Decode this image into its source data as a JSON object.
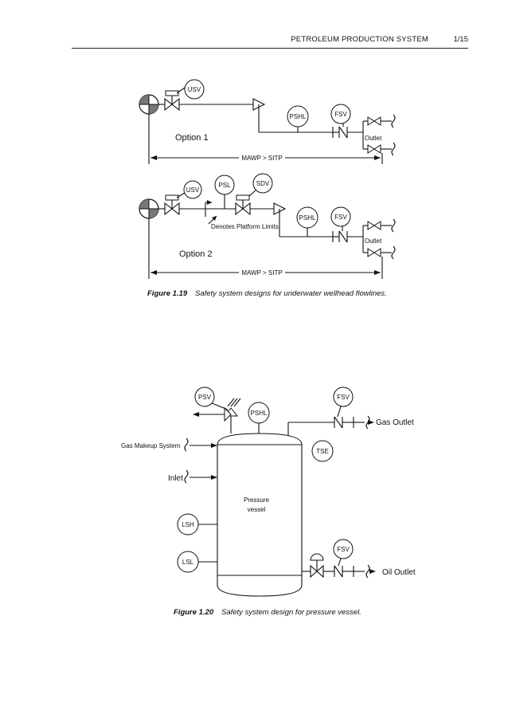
{
  "header": {
    "title": "PETROLEUM PRODUCTION SYSTEM",
    "page": "1/15"
  },
  "fig119": {
    "opt1": {
      "usv": "USV",
      "pshl": "PSHL",
      "fsv": "FSV",
      "outlet": "Outlet",
      "option": "Option 1",
      "mawp": "MAWP > SITP"
    },
    "opt2": {
      "usv": "USV",
      "psl": "PSL",
      "sdv": "SDV",
      "pshl": "PSHL",
      "fsv": "FSV",
      "outlet": "Outlet",
      "platform": "Denotes Platform Limits",
      "option": "Option 2",
      "mawp": "MAWP > SITP"
    },
    "caption_num": "Figure 1.19",
    "caption_text": "Safety system designs for underwater wellhead flowlines."
  },
  "fig120": {
    "psv": "PSV",
    "pshl": "PSHL",
    "fsv_top": "FSV",
    "gas_outlet": "Gas Outlet",
    "gas_makeup": "Gas Makeup System",
    "tse": "TSE",
    "inlet": "Inlet",
    "vessel_line1": "Pressure",
    "vessel_line2": "vessel",
    "lsh": "LSH",
    "lsl": "LSL",
    "fsv_bottom": "FSV",
    "oil_outlet": "Oil Outlet",
    "caption_num": "Figure 1.20",
    "caption_text": "Safety system design for pressure vessel."
  }
}
